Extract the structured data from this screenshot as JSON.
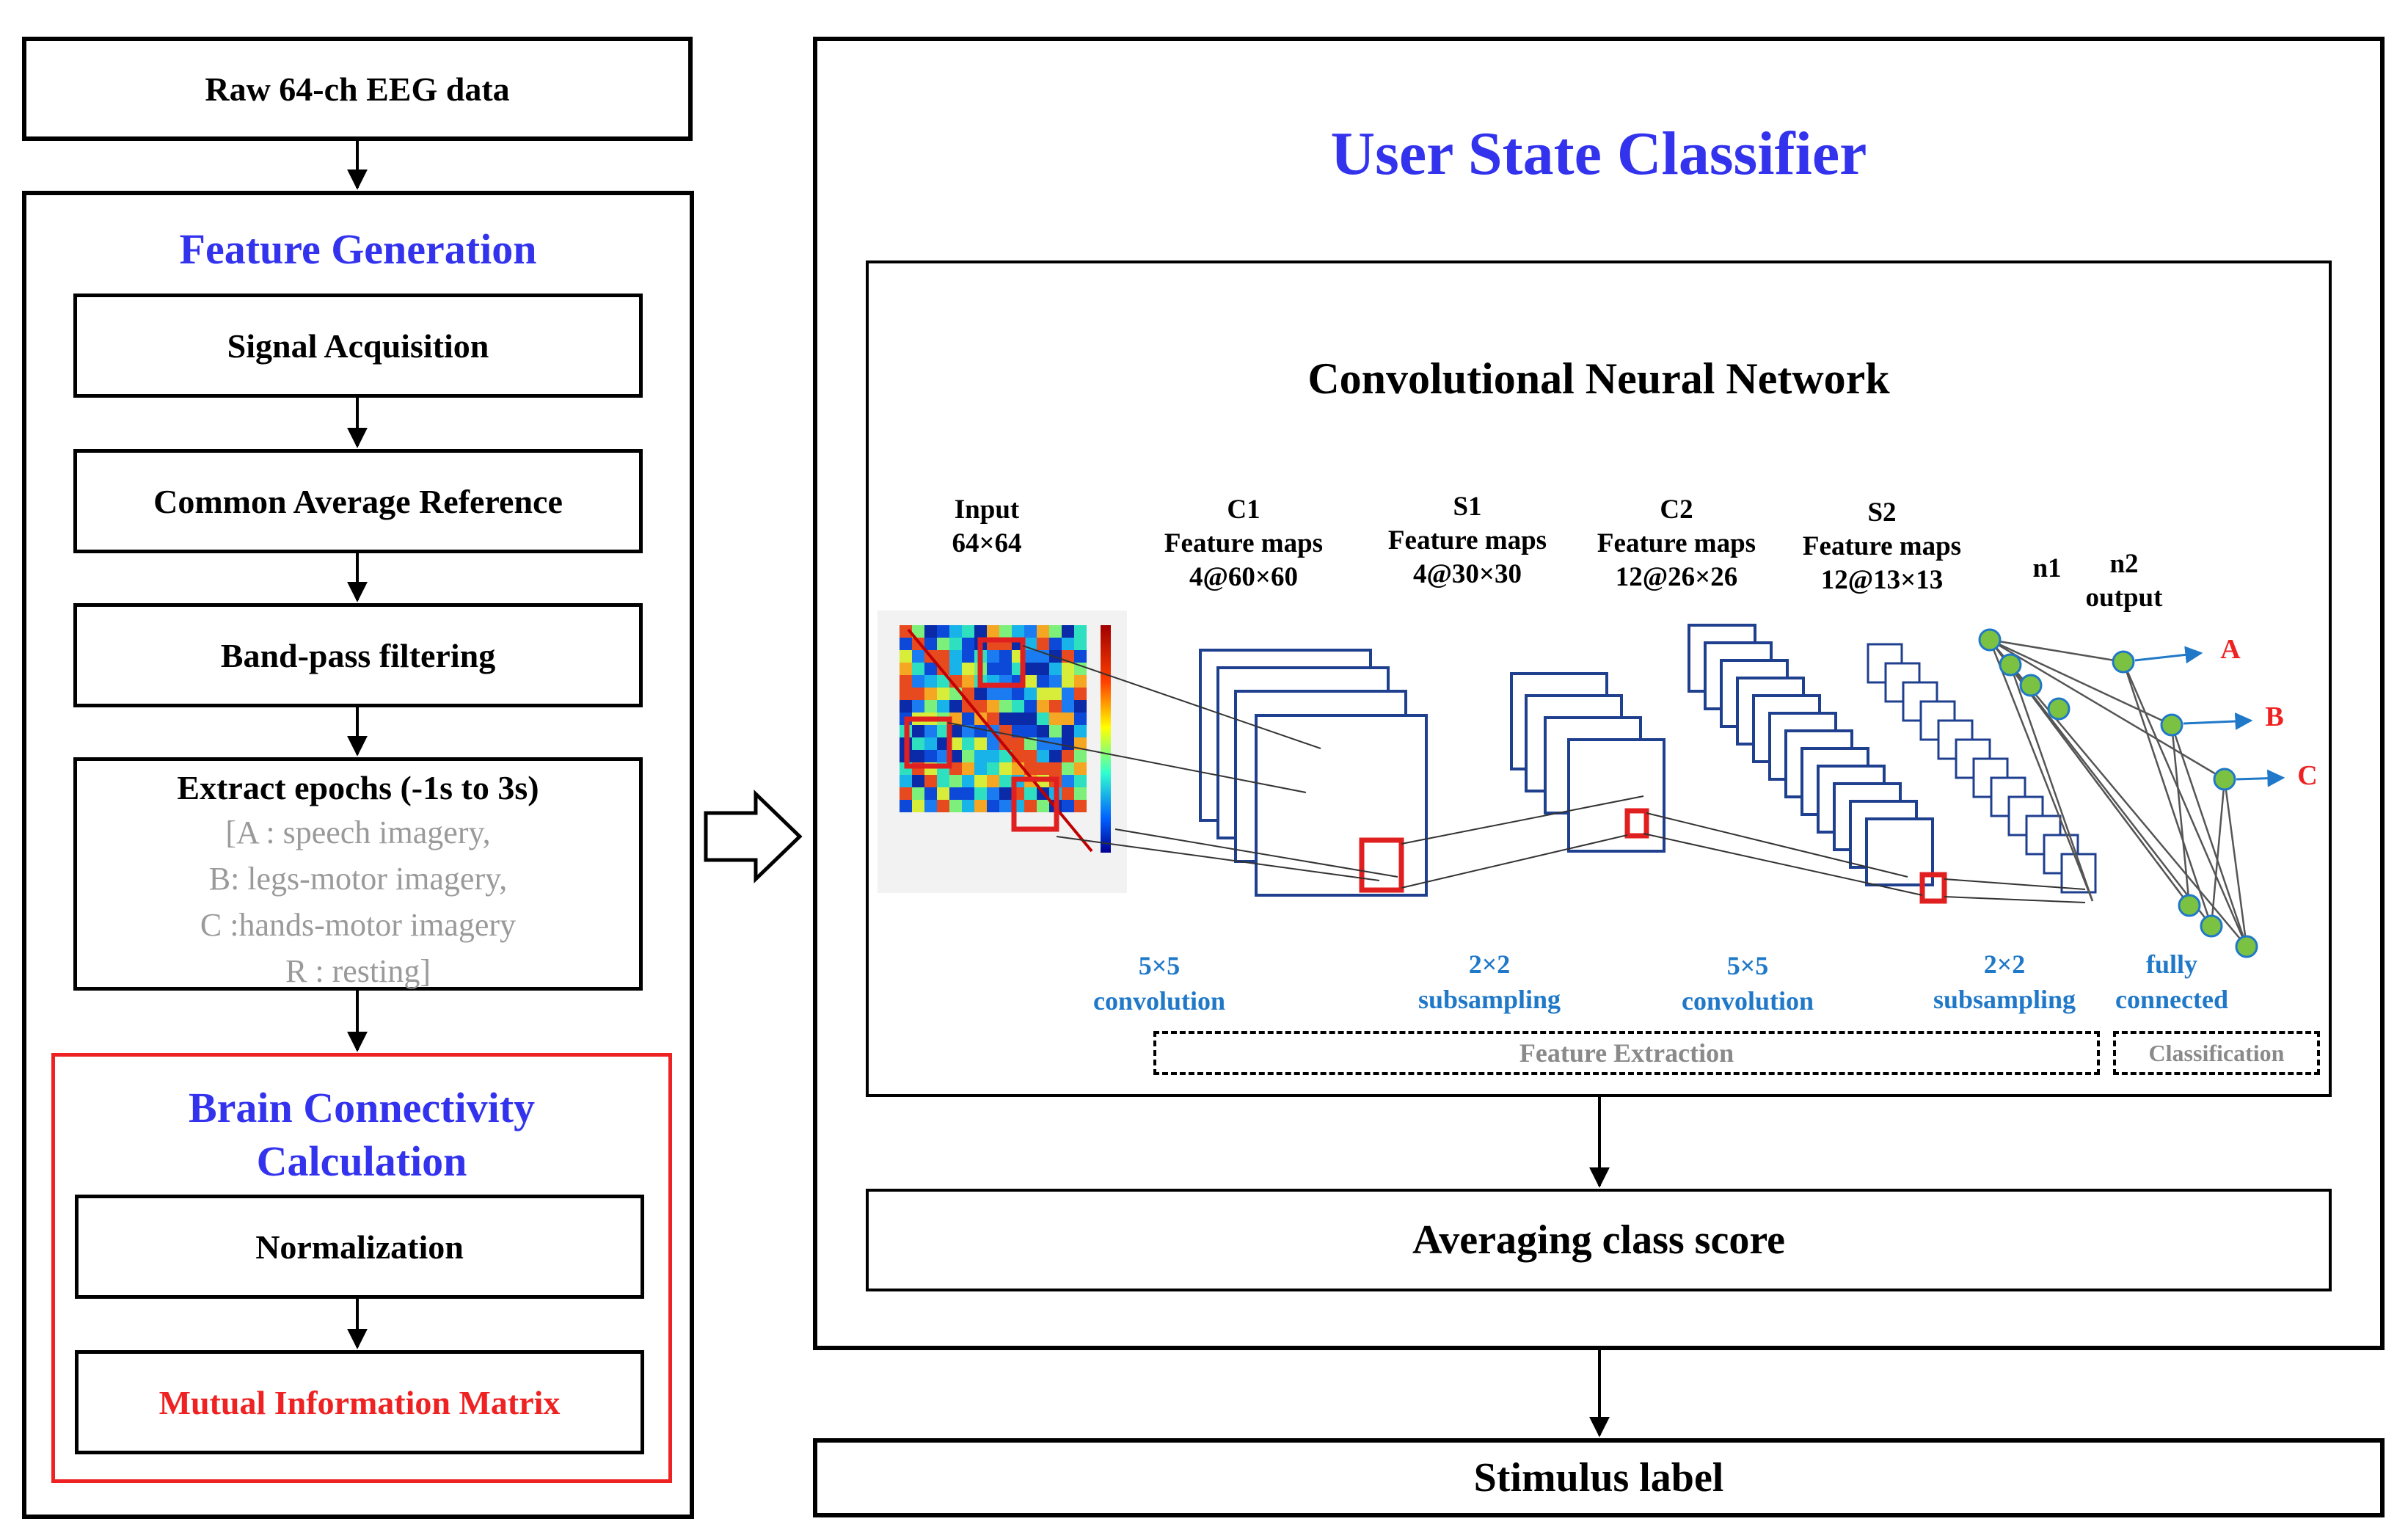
{
  "left": {
    "raw": "Raw 64-ch EEG data",
    "feature_generation": {
      "title": "Feature Generation",
      "steps": [
        "Signal Acquisition",
        "Common Average Reference",
        "Band-pass filtering"
      ],
      "epochs": {
        "title": "Extract epochs (-1s to 3s)",
        "lines": [
          "[A : speech imagery,",
          "B: legs-motor imagery,",
          "C :hands-motor imagery",
          "R : resting]"
        ]
      }
    },
    "brain": {
      "title_line1": "Brain Connectivity",
      "title_line2": "Calculation",
      "normalization": "Normalization",
      "mim": "Mutual Information Matrix"
    }
  },
  "right": {
    "title": "User State Classifier",
    "cnn": {
      "title": "Convolutional Neural Network",
      "layers": {
        "input": [
          "Input",
          "64×64"
        ],
        "c1": [
          "C1",
          "Feature maps",
          "4@60×60"
        ],
        "s1": [
          "S1",
          "Feature maps",
          "4@30×30"
        ],
        "c2": [
          "C2",
          "Feature maps",
          "12@26×26"
        ],
        "s2": [
          "S2",
          "Feature maps",
          "12@13×13"
        ],
        "n1": "n1",
        "n2": [
          "n2",
          "output"
        ]
      },
      "ops": {
        "conv1": [
          "5×5",
          "convolution"
        ],
        "sub1": [
          "2×2",
          "subsampling"
        ],
        "conv2": [
          "5×5",
          "convolution"
        ],
        "sub2": [
          "2×2",
          "subsampling"
        ],
        "fc": [
          "fully",
          "connected"
        ]
      },
      "outputs": [
        "A",
        "B",
        "C"
      ],
      "feature_extraction": "Feature Extraction",
      "classification": "Classification"
    },
    "averaging": "Averaging class score",
    "stimulus": "Stimulus label"
  },
  "colors": {
    "title_blue": "#3333ee",
    "op_blue": "#1f78c8",
    "highlight_red": "#ee2222",
    "map_blue": "#1f3f8f",
    "node_green": "#7cc242"
  }
}
